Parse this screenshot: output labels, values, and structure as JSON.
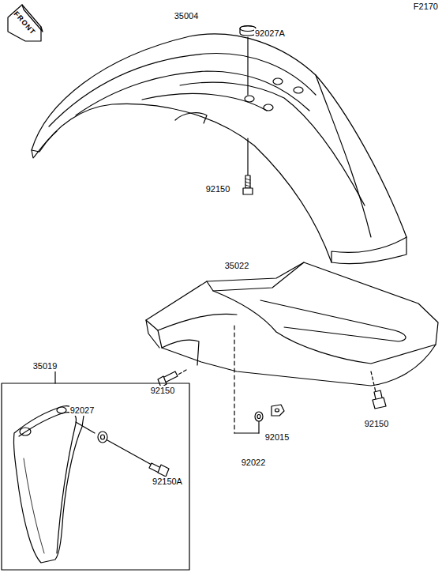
{
  "diagram": {
    "labels": [
      "F2170",
      "FRONT",
      "35004",
      "92027A",
      "92150",
      "35022",
      "92150",
      "92150",
      "35019",
      "92027",
      "92015",
      "92022",
      "92150A"
    ]
  }
}
